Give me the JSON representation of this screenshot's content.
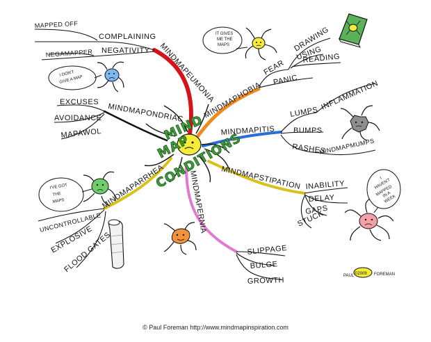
{
  "center": {
    "line1": "MIND",
    "line2": "MAP",
    "line3": "CONDITIONS"
  },
  "branches": {
    "mindmapeumonia": "MINDMAPEUMONIA",
    "mindmapondriac": "MINDMAPONDRIAC",
    "mindmapphobia": "MINDMAPHOBIA",
    "mindmapitis": "MINDMAPITIS",
    "mindmapstipation": "MINDMAPSTIPATION",
    "mindmaparrhea": "MINDMAPARRHEA",
    "mindmapernia": "MINDMAPERNIA"
  },
  "subs": {
    "mapped_off": "MAPPED OFF",
    "complaining": "COMPLAINING",
    "negamapper": "NEGAMAPPER",
    "negativity": "NEGATIVITY",
    "excuses": "EXCUSES",
    "avoidance": "AVOIDANCE",
    "mapawol": "MAPAWOL",
    "fear": "FEAR",
    "drawing": "DRAWING",
    "using": "USING",
    "reading": "READING",
    "panic": "PANIC",
    "lumps": "LUMPS",
    "inflammation": "INFLAMMATION",
    "bumps": "BUMPS",
    "rashes": "RASHES",
    "mindmapmumps": "MINDMAPMUMPS",
    "inability": "INABILITY",
    "delay": "DELAY",
    "gaps": "GAPS",
    "stuck": "STUCK",
    "uncontrollable": "UNCONTROLLABLE",
    "explosive": "EXPLOSIVE",
    "flood_gates": "FLOOD GATES",
    "slippage": "SLIPPAGE",
    "bulge": "BULGE",
    "growth": "GROWTH"
  },
  "bubbles": {
    "gives_me_maps": [
      "IT GIVES",
      "ME THE",
      "MAPS"
    ],
    "dont_give_map": [
      "I DON'T",
      "GIVE A MAP"
    ],
    "ive_got_maps": [
      "I'VE GOT",
      "THE",
      "MAPS"
    ],
    "havent_mapped": [
      "I",
      "HAVEN'T",
      "MAPPED",
      "IN A",
      "WEEK"
    ]
  },
  "signature": {
    "name_left": "PAUL",
    "year": "©2009",
    "name_right": "FOREMAN"
  },
  "footer": "© Paul Foreman http://www.mindmapinspiration.com",
  "colors": {
    "red": "#d4141a",
    "orange": "#f08a1c",
    "blue": "#2a6fd6",
    "yellow": "#d8c21a",
    "pink": "#e07ad0",
    "center_yellow": "#f4ec38",
    "green_text": "#3fa03a",
    "book": "#5cb25a"
  },
  "icons": [
    "germ-center-icon",
    "germ-blue-icon",
    "germ-face-bubble-icon",
    "green-book-icon",
    "gray-germ-icon",
    "green-germ-icon",
    "orange-germ-icon",
    "pink-germ-icon",
    "bandage-icon"
  ]
}
